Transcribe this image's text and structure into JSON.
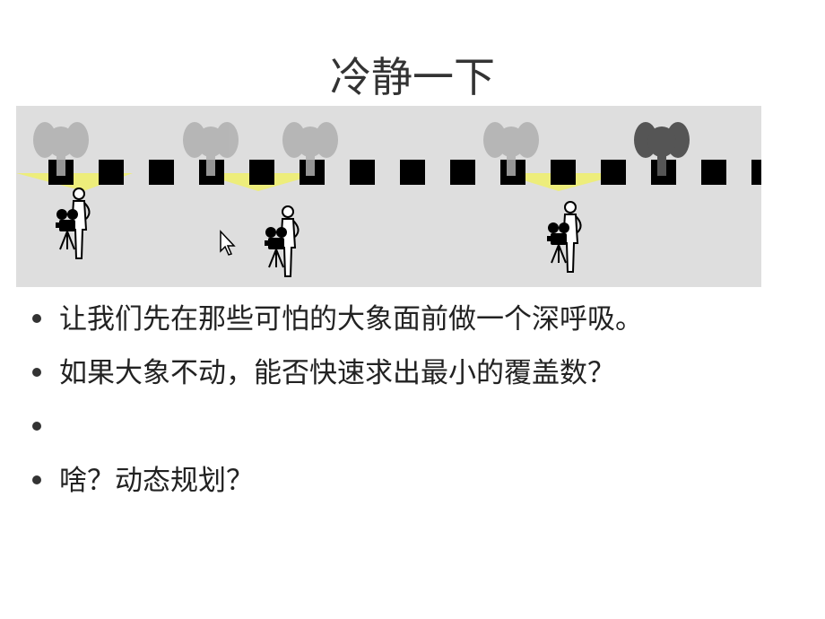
{
  "slide": {
    "title": "冷静一下"
  },
  "bullets": [
    "让我们先在那些可怕的大象面前做一个深呼吸。",
    "如果大象不动，能否快速求出最小的覆盖数？",
    "",
    "啥？动态规划？"
  ],
  "colors": {
    "scene_background": "#dedede",
    "camera_beam": "#f2f25a",
    "ghost_elephant": "#b0b0b0",
    "active_elephant": "#555555",
    "marker": "#000000"
  },
  "icons": {
    "elephant": "elephant-icon",
    "camera": "video-camera-icon",
    "person": "cameraman-icon",
    "cursor": "mouse-cursor-icon"
  }
}
